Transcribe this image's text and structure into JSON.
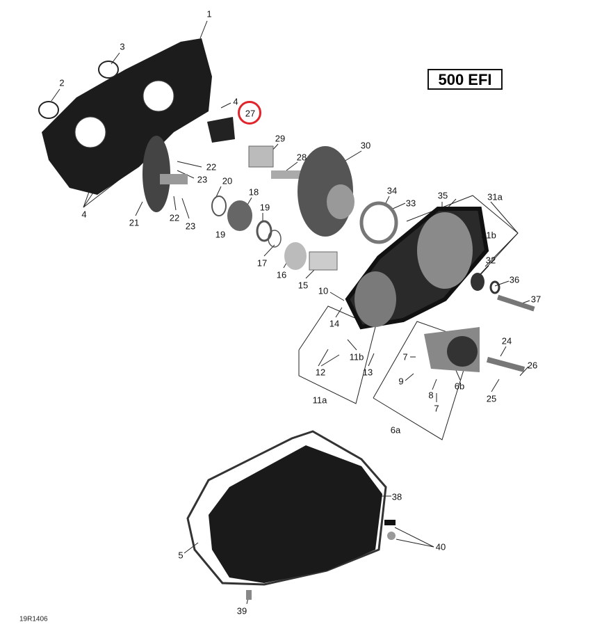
{
  "model_badge": "500 EFI",
  "diagram_code": "19R1406",
  "highlight_color": "#e0242a",
  "highlighted_part": "27",
  "callouts": [
    "1",
    "3",
    "2",
    "4",
    "27",
    "4",
    "29",
    "28",
    "30",
    "22",
    "23",
    "20",
    "18",
    "19",
    "21",
    "22",
    "23",
    "19",
    "34",
    "33",
    "35",
    "31a",
    "31b",
    "17",
    "16",
    "15",
    "10",
    "32",
    "36",
    "37",
    "14",
    "24",
    "7",
    "11b",
    "26",
    "9",
    "12",
    "13",
    "6b",
    "8",
    "25",
    "11a",
    "7",
    "6a",
    "38",
    "40",
    "5",
    "39"
  ]
}
